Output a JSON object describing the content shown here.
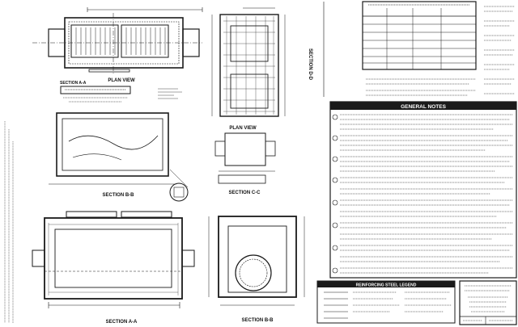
{
  "views": {
    "plan_view_main": "PLAN VIEW",
    "plan_view_small": "PLAN VIEW",
    "section_aa_top": "SECTION A-A",
    "section_bb": "SECTION B-B",
    "section_cc": "SECTION C-C",
    "section_dd": "SECTION D-D",
    "section_aa_bottom": "SECTION A-A",
    "section_bb_bottom": "SECTION B-B"
  },
  "headers": {
    "general_notes": "GENERAL NOTES",
    "reinforcing_legend": "REINFORCING STEEL LEGEND"
  },
  "colors": {
    "ink": "#1a1a1a",
    "paper": "#ffffff",
    "scan_text": "#8a8a8a"
  }
}
